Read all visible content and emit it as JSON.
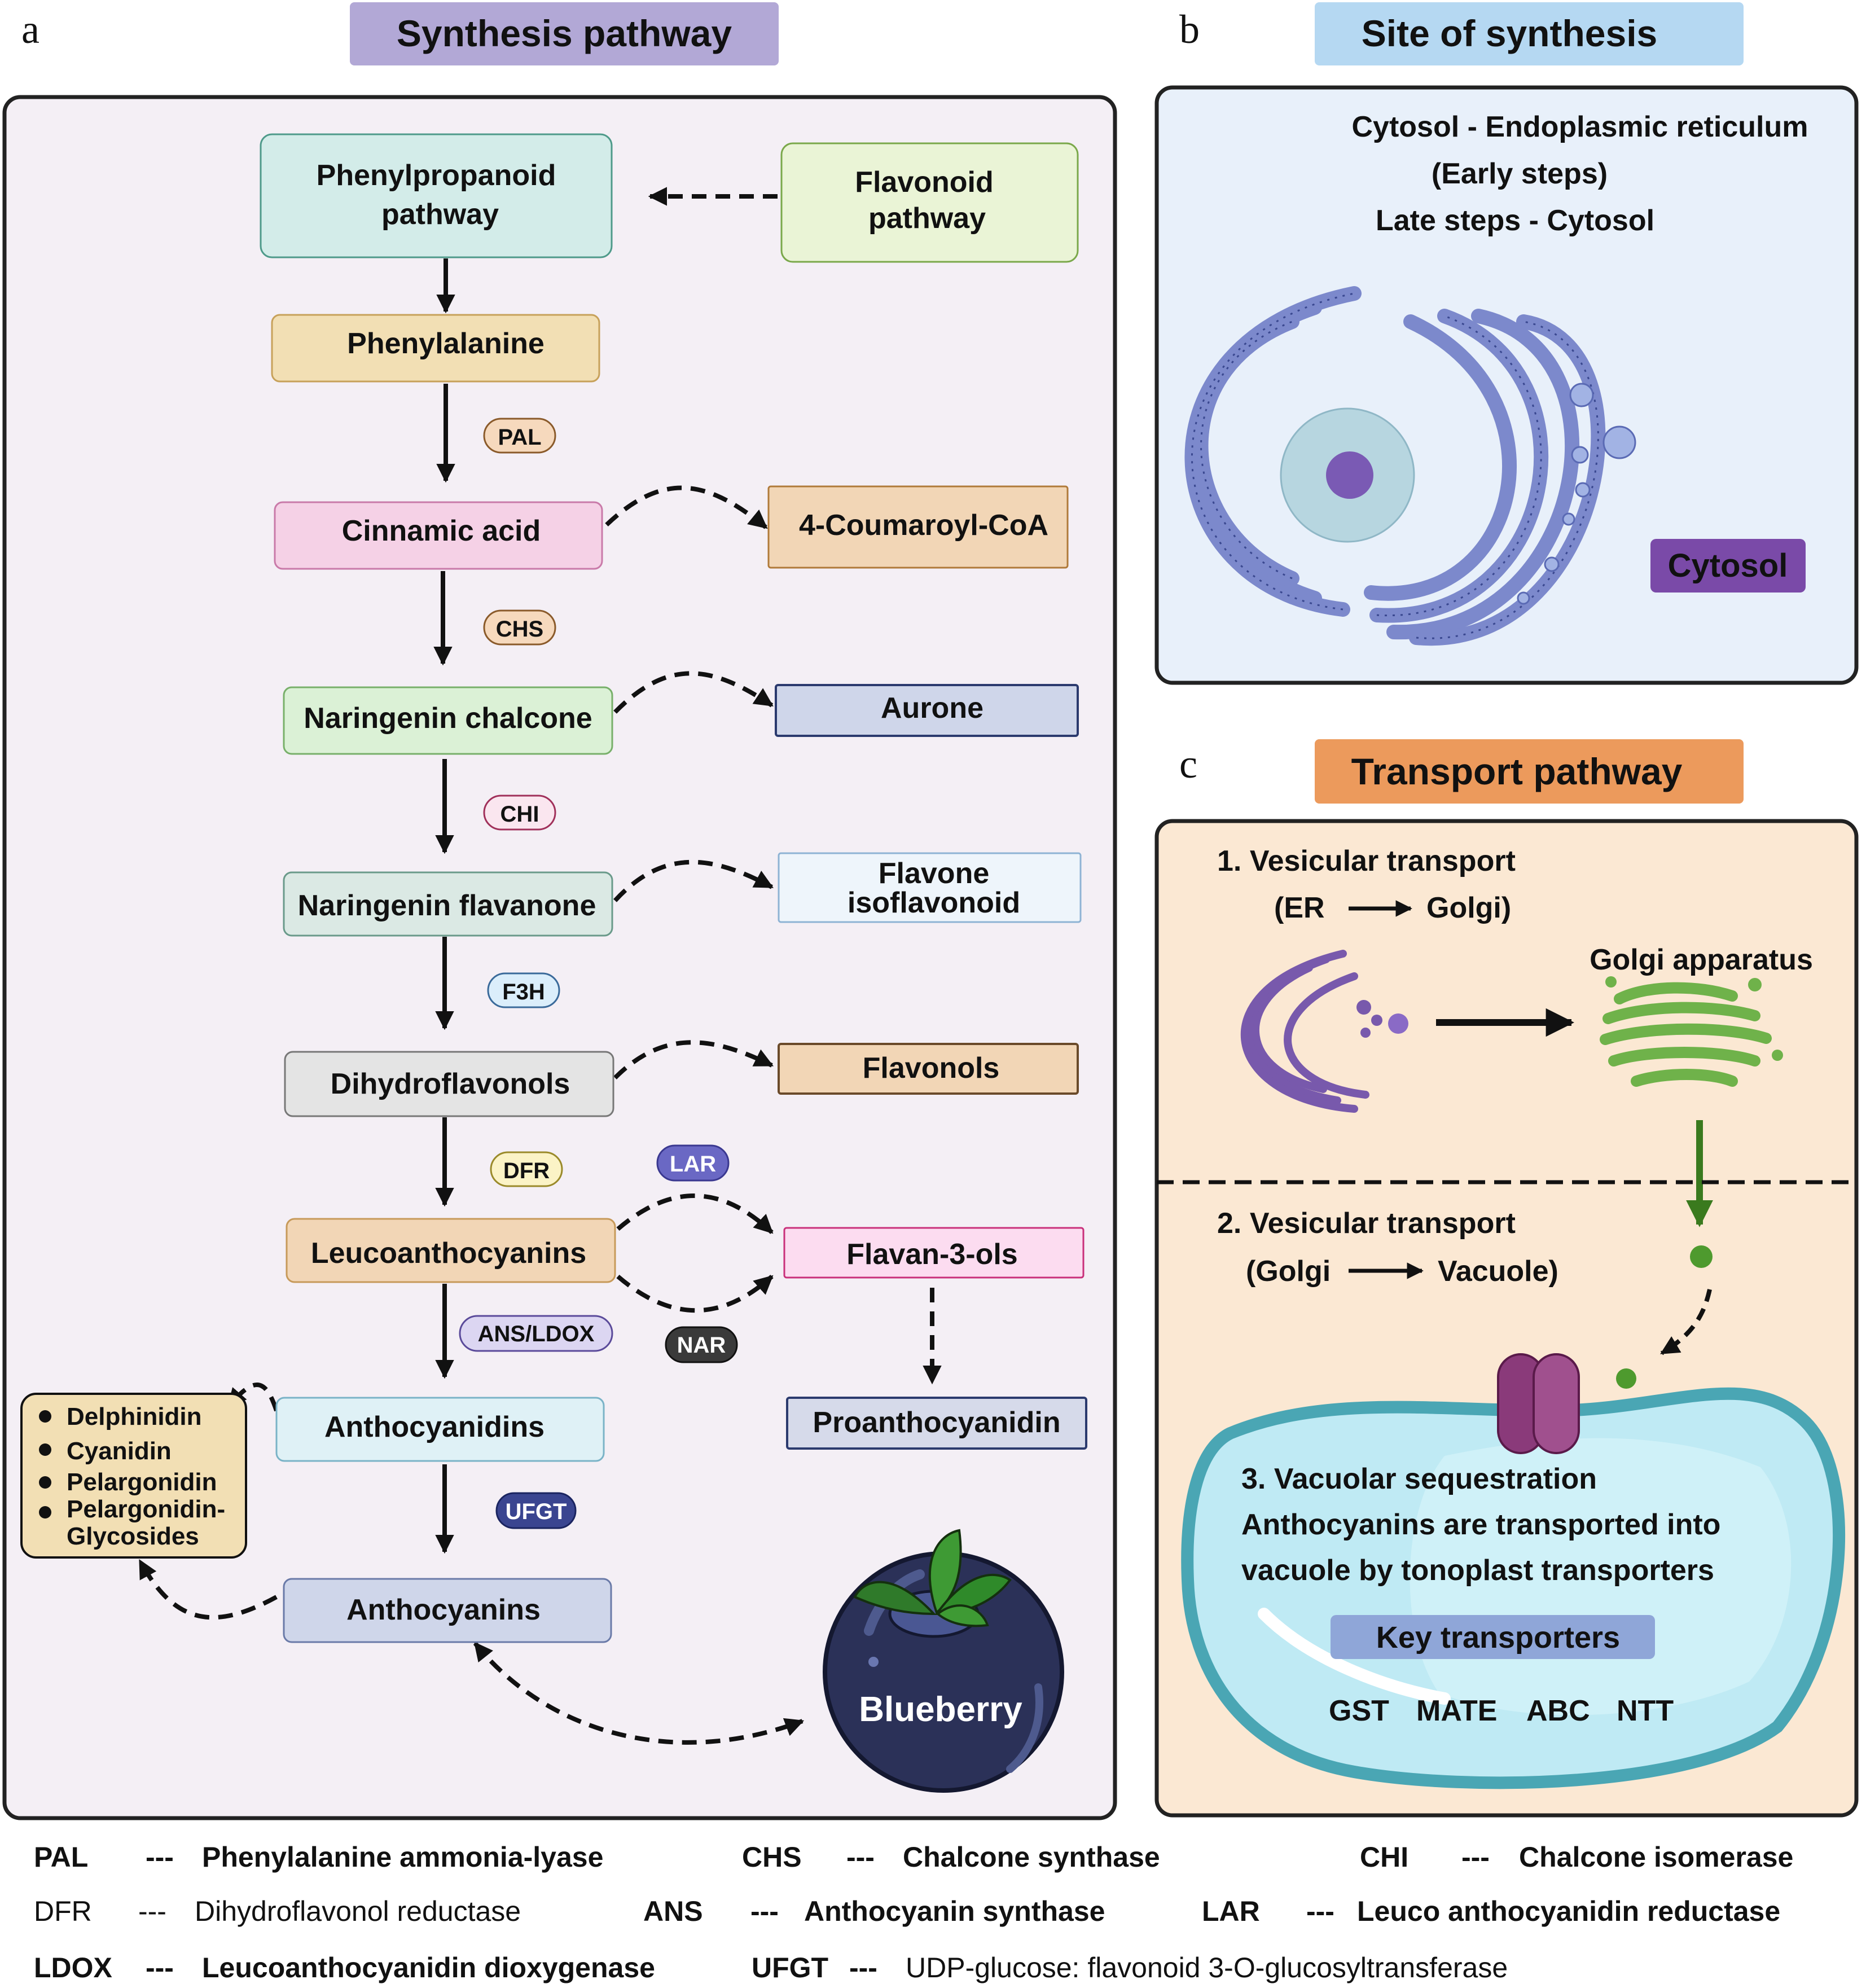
{
  "panels": {
    "a": {
      "letter": "a",
      "title": "Synthesis pathway"
    },
    "b": {
      "letter": "b",
      "title": "Site of  synthesis",
      "lines": [
        "Cytosol - Endoplasmic reticulum",
        "(Early steps)",
        "Late steps - Cytosol"
      ],
      "cytosol_label": "Cytosol"
    },
    "c": {
      "letter": "c",
      "title": "Transport pathway",
      "step1": "1. Vesicular transport",
      "step1_from": "(ER",
      "step1_to": "Golgi)",
      "golgi_label": "Golgi apparatus",
      "step2": "2. Vesicular transport",
      "step2_from": "(Golgi",
      "step2_to": "Vacuole)",
      "step3": "3. Vacuolar sequestration",
      "step3_desc1": "Anthocyanins are transported into",
      "step3_desc2": "vacuole by tonoplast transporters",
      "key_label": "Key transporters",
      "transporters": [
        "GST",
        "MATE",
        "ABC",
        "NTT"
      ]
    }
  },
  "pathway": {
    "phenylpropanoid": [
      "Phenylpropanoid",
      "pathway"
    ],
    "flavonoid": [
      "Flavonoid",
      "pathway"
    ],
    "phenylalanine": "Phenylalanine",
    "cinnamic": "Cinnamic acid",
    "coumaroyl": "4-Coumaroyl-CoA",
    "chalcone": "Naringenin chalcone",
    "aurone": "Aurone",
    "flavanone": "Naringenin flavanone",
    "flavone": [
      "Flavone",
      "isoflavonoid"
    ],
    "dihydroflavonols": "Dihydroflavonols",
    "flavonols": "Flavonols",
    "leucoanthocyanins": "Leucoanthocyanins",
    "flavan3ols": "Flavan-3-ols",
    "anthocyanidins": "Anthocyanidins",
    "proanthocyanidin": "Proanthocyanidin",
    "anthocyanins": "Anthocyanins",
    "blueberry": "Blueberry",
    "anthocyanidin_list": [
      "Delphinidin",
      "Cyanidin",
      "Pelargonidin",
      "Pelargonidin-",
      "Glycosides"
    ]
  },
  "enzymes": {
    "pal": "PAL",
    "chs": "CHS",
    "chi": "CHI",
    "f3h": "F3H",
    "dfr": "DFR",
    "lar": "LAR",
    "ans": "ANS/LDOX",
    "nar": "NAR",
    "ufgt": "UFGT"
  },
  "legend": [
    {
      "abbr": "PAL",
      "sep": "---",
      "full": "Phenylalanine ammonia-lyase"
    },
    {
      "abbr": "CHS",
      "sep": "---",
      "full": "Chalcone synthase"
    },
    {
      "abbr": "CHI",
      "sep": "---",
      "full": "Chalcone isomerase"
    },
    {
      "abbr": "DFR",
      "sep": "---",
      "full": "Dihydroflavonol reductase"
    },
    {
      "abbr": "ANS",
      "sep": "---",
      "full": "Anthocyanin synthase"
    },
    {
      "abbr": "LAR",
      "sep": "---",
      "full": "Leuco anthocyanidin reductase"
    },
    {
      "abbr": "LDOX",
      "sep": "---",
      "full": "Leucoanthocyanidin dioxygenase"
    },
    {
      "abbr": "UFGT",
      "sep": "---",
      "full": "UDP-glucose: flavonoid 3-O-glucosyltransferase"
    }
  ],
  "colors": {
    "panel_a_bg": "#f4eff5",
    "panel_b_bg": "#e8f0fa",
    "panel_c_bg": "#fbe8d3",
    "title_a": "#b2a8d6",
    "title_b": "#b5d8f2",
    "title_c": "#ec9a5c"
  }
}
